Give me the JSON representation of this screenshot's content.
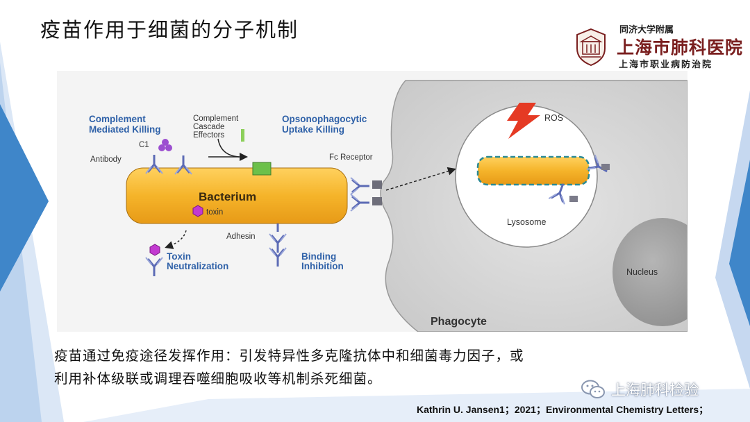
{
  "slide": {
    "title": "疫苗作用于细菌的分子机制",
    "logo": {
      "line1": "同济大学附属",
      "line2": "上海市肺科医院",
      "line3": "上海市职业病防治院"
    },
    "body": {
      "line1": "疫苗通过免疫途径发挥作用：引发特异性多克隆抗体中和细菌毒力因子，或",
      "line2": "利用补体级联或调理吞噬细胞吸收等机制杀死细菌。"
    },
    "watermark": "上海肺科检验",
    "citation": "Kathrin U. Jansen1；2021；Environmental Chemistry Letters；"
  },
  "diagram": {
    "complement_killing": [
      "Complement",
      "Mediated Killing"
    ],
    "c1": "C1",
    "antibody": "Antibody",
    "effectors": [
      "Complement",
      "Cascade",
      "Effectors"
    ],
    "opsono": [
      "Opsonophagocytic",
      "Uptake Killing"
    ],
    "fc_receptor": "Fc Receptor",
    "bacterium": "Bacterium",
    "toxin": "toxin",
    "adhesin": "Adhesin",
    "toxin_neutralization": [
      "Toxin",
      "Neutralization"
    ],
    "binding_inhibition": [
      "Binding",
      "Inhibition"
    ],
    "ros": "ROS",
    "lysosome": "Lysosome",
    "nucleus": "Nucleus",
    "phagocyte": "Phagocyte"
  },
  "colors": {
    "bacterium": "#f5b42a",
    "label_blue": "#2f61a8",
    "deco_blue": "#3f86c9",
    "antibody": "#5c6bb5",
    "toxin": "#c23ad0",
    "ros": "#e53a24"
  }
}
